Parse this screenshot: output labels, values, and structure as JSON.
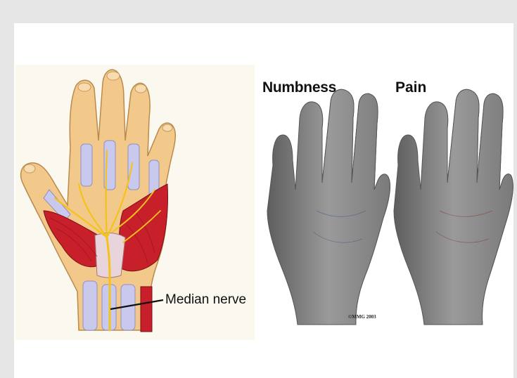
{
  "labels": {
    "numbness": "Numbness",
    "pain": "Pain",
    "median_nerve": "Median nerve",
    "copyright": "©MMG 2003"
  },
  "colors": {
    "page_background": "#e6e6e6",
    "card_background": "#ffffff",
    "skin": "#f3c98b",
    "muscle": "#c8202a",
    "nerve": "#f3c31a",
    "tendon": "#c9c9ee",
    "gray_hand": "#7d7d7d",
    "numbness_area": "#5b86c4",
    "pain_area": "#ec2f2f"
  }
}
